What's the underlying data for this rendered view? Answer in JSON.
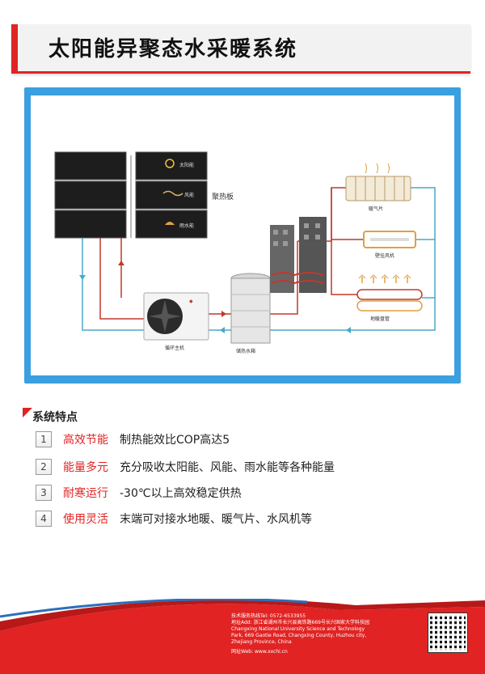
{
  "title": "太阳能异聚态水采暖系统",
  "diagram": {
    "panel_label": "聚热板",
    "panel_sources": [
      "太阳能",
      "风能",
      "雨水能"
    ],
    "host_label": "循环主机",
    "tank_label": "储热水箱",
    "radiator_label": "暖气片",
    "fan_coil_label": "壁挂风机",
    "floor_label": "地暖盘管",
    "colors": {
      "hot": "#c0392b",
      "cold": "#4aa8c8",
      "frame": "#3aa0e0"
    }
  },
  "features": {
    "heading": "系统特点",
    "items": [
      {
        "num": "1",
        "title": "高效节能",
        "desc": "制热能效比COP高达5"
      },
      {
        "num": "2",
        "title": "能量多元",
        "desc": "充分吸收太阳能、风能、雨水能等各种能量"
      },
      {
        "num": "3",
        "title": "耐寒运行",
        "desc": "-30℃以上高效稳定供热"
      },
      {
        "num": "4",
        "title": "使用灵活",
        "desc": "末端可对接水地暖、暖气片、水风机等"
      }
    ]
  },
  "footer": {
    "hotline": "技术服务热线Tel: 0572-6533955",
    "address_cn": "地址Add: 浙江省湖州市长兴县高铁路669号长兴国家大学科技园",
    "address_en1": "Changxing National University Science and Technology",
    "address_en2": "Park, 669 Gaotie Road, Changxing County, Huzhou city,",
    "address_en3": "Zhejiang Province, China",
    "website": "网址Web: www.xxchi.cn"
  }
}
